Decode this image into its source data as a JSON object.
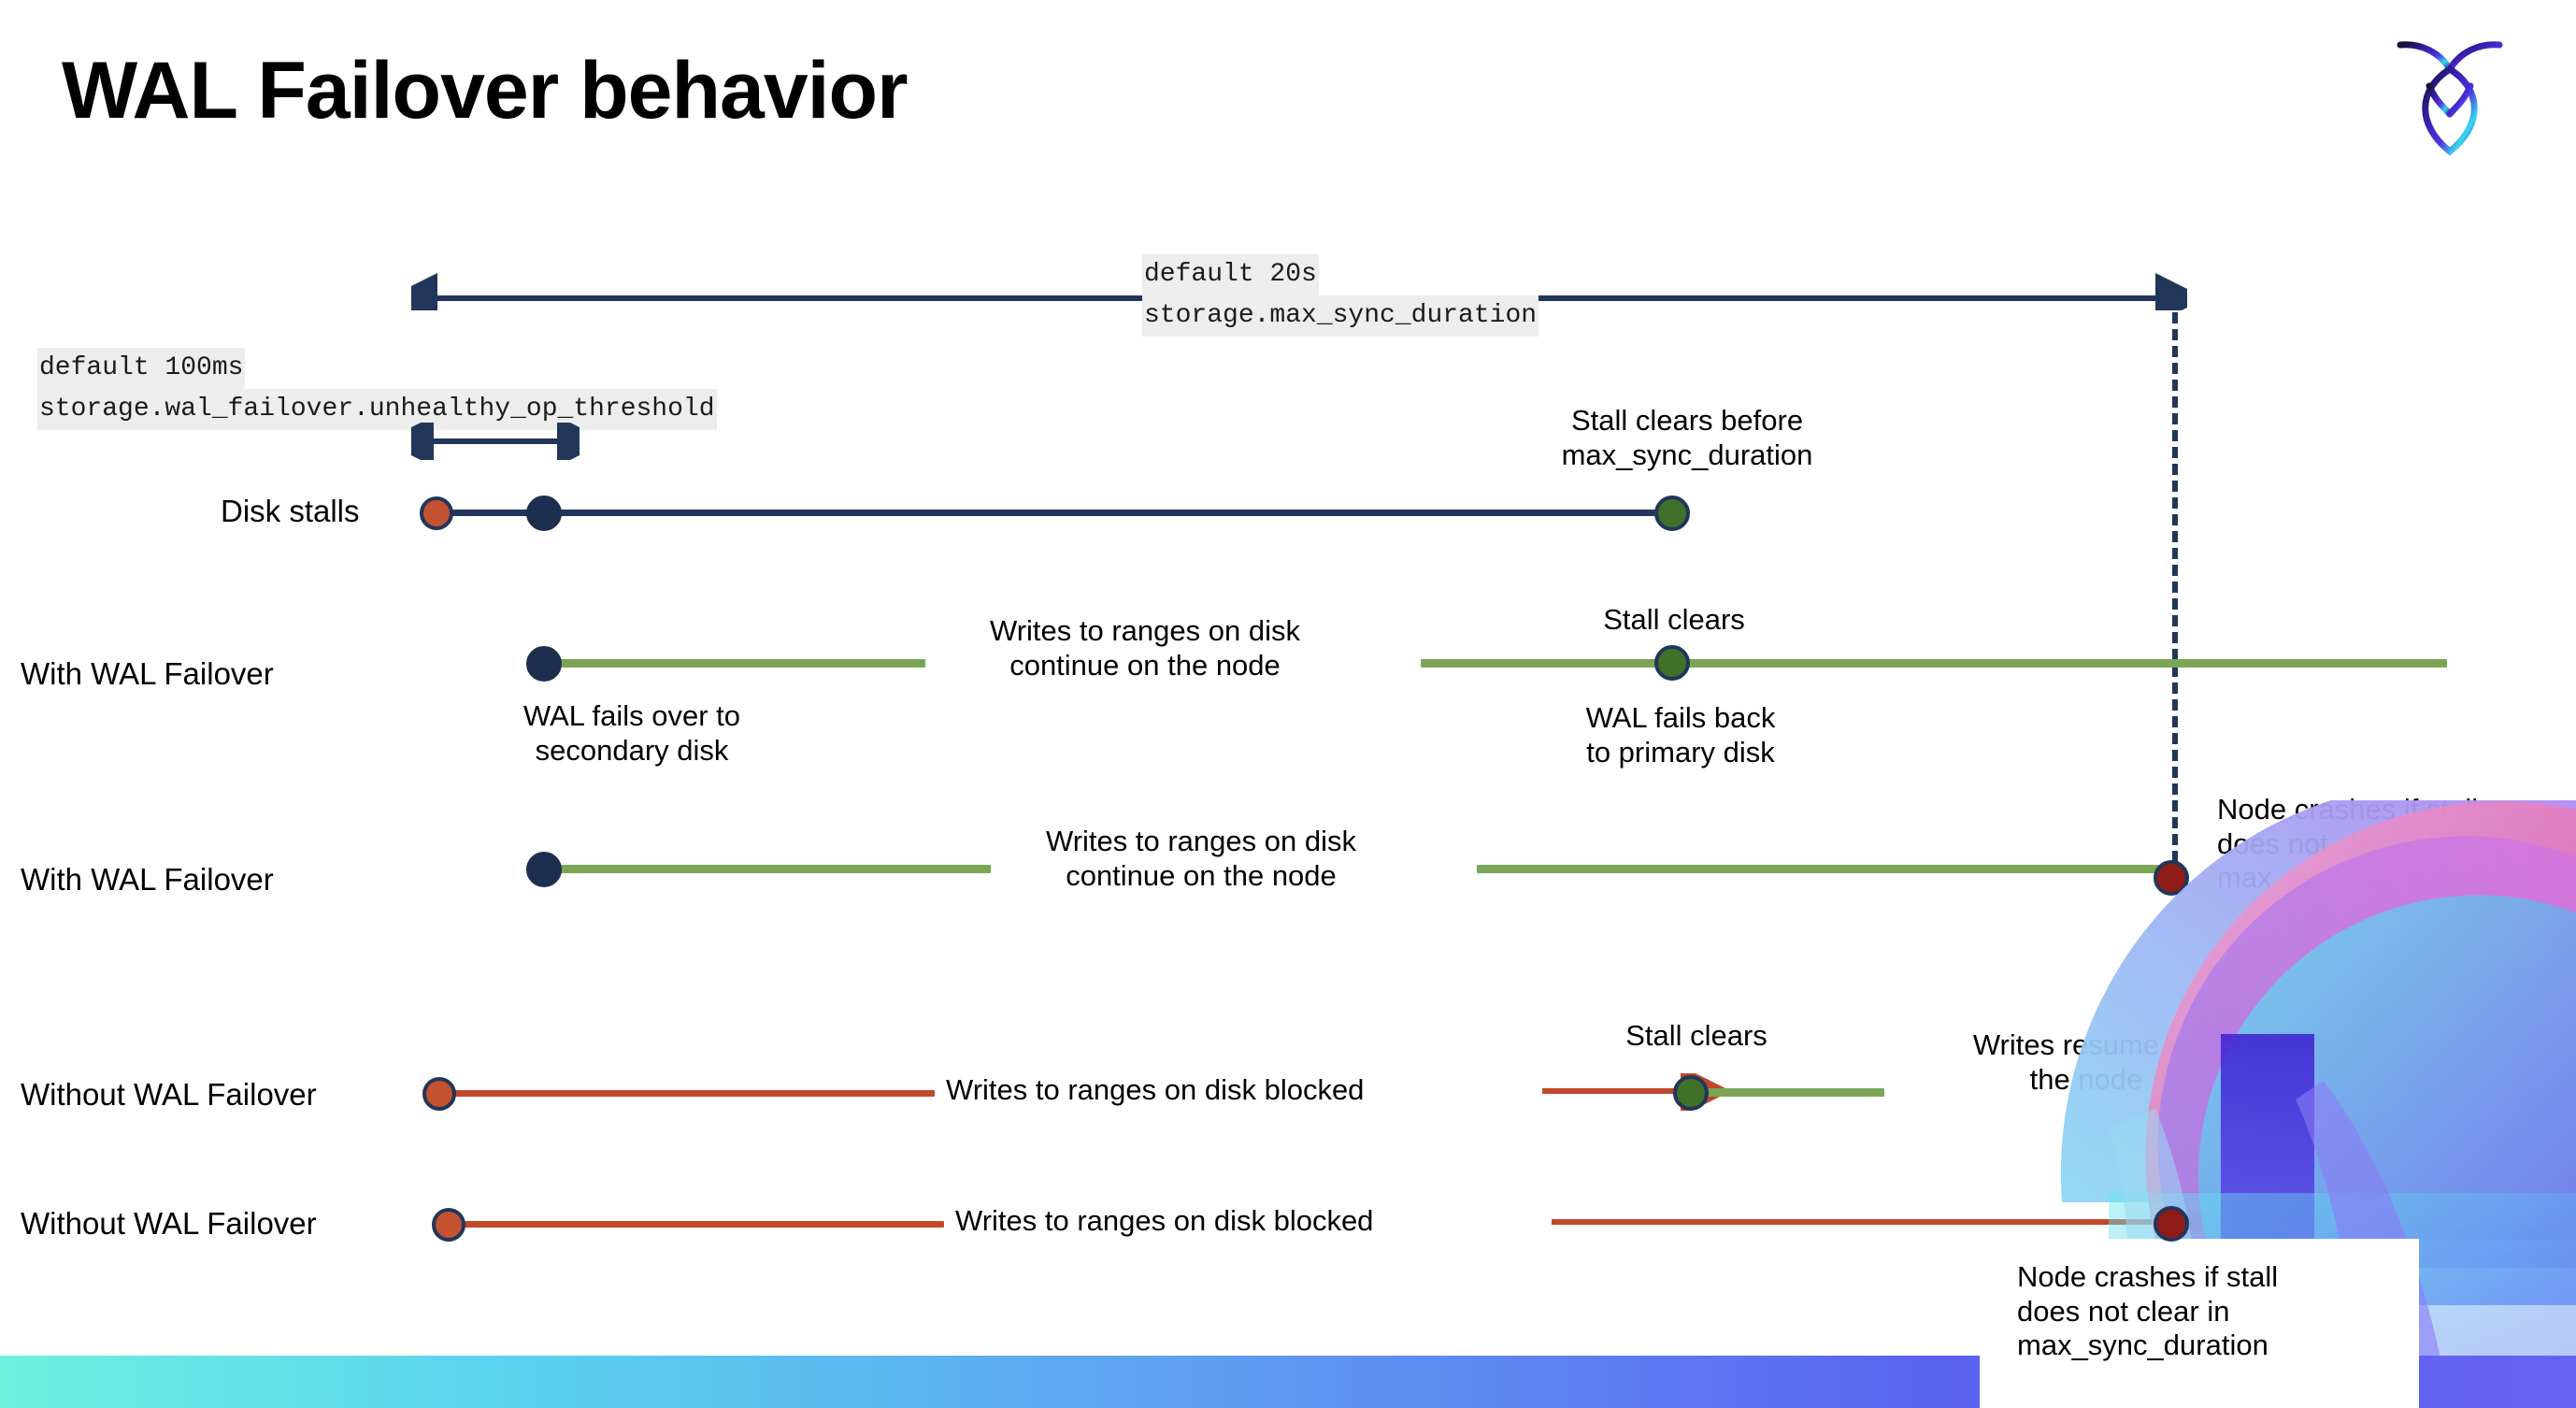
{
  "slide": {
    "title": "WAL Failover behavior",
    "logo_name": "cockroachdb-logo"
  },
  "callouts": {
    "max_sync_duration": {
      "default": "default 20s",
      "setting": "storage.max_sync_duration"
    },
    "unhealthy_op_threshold": {
      "default": "default 100ms",
      "setting": "storage.wal_failover.unhealthy_op_threshold"
    }
  },
  "rows": [
    {
      "label": "Disk stalls",
      "notes": [
        "Stall clears before\nmax_sync_duration"
      ]
    },
    {
      "label": "With WAL Failover",
      "notes": [
        "Writes to ranges on disk\ncontinue on the node",
        "Stall clears",
        "WAL fails over to\nsecondary disk",
        "WAL fails  back\nto primary disk"
      ]
    },
    {
      "label": "With WAL Failover",
      "notes": [
        "Writes to ranges on disk\ncontinue on the node",
        "Node crashes if stall\ndoes not clear in\nmax_sync_duration"
      ]
    },
    {
      "label": "Without WAL Failover",
      "notes": [
        "Writes to ranges on disk  blocked",
        "Stall clears",
        "Writes resume on\nthe node"
      ]
    },
    {
      "label": "Without WAL Failover",
      "notes": [
        "Writes to ranges on disk  blocked",
        "Node crashes if stall\ndoes not clear in\nmax_sync_duration"
      ]
    }
  ],
  "colors": {
    "navy": "#22365a",
    "orange": "#c4512f",
    "green_line": "#7aa555",
    "green_dot": "#417029",
    "red_dot": "#8e1b15",
    "code_bg": "#ededed"
  },
  "legend": {
    "disk_stalls_label": "Disk stalls",
    "with_failover_label": "With WAL Failover",
    "without_failover_label": "Without WAL Failover"
  }
}
